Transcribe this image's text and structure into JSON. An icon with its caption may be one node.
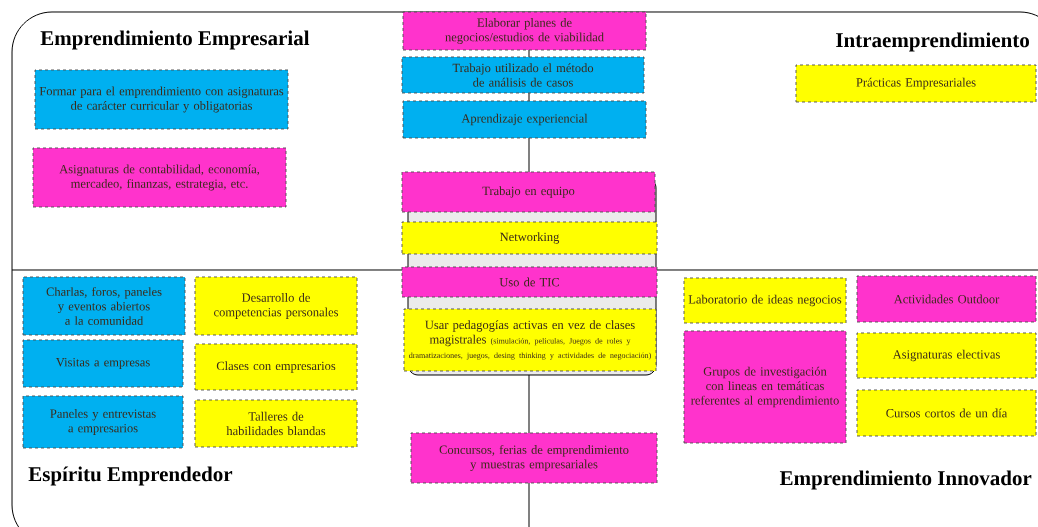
{
  "diagram": {
    "nodes": [
      {
        "text": [
          "Elaborar planes de negocios/estudios de viabilidad"
        ]
      },
      {
        "text": [
          "Trabajo utilizado el método de análisis de casos"
        ]
      },
      {
        "text": [
          "Aprendizaje experiencial"
        ]
      },
      {
        "text": [
          "Formar para el emprendimiento con asignaturas de carácter curricular y obligatorias"
        ]
      },
      {
        "text": [
          "Asignaturas de contabilidad, economía, mercadeo, finanzas, estrategia,  etc."
        ]
      },
      {
        "text": [
          "Prácticas Empresariales"
        ]
      },
      {
        "text": [
          "Trabajo en equipo"
        ]
      },
      {
        "text": [
          "Networking"
        ]
      },
      {
        "text": [
          "Uso de TIC"
        ]
      },
      {
        "text": [
          "Usar pedagogías activas en vez de clases magistrales",
          "(simulación, peliculas, Juegos de roles y dramatizaciones, juegos, desing thinking y actividades de negociación)"
        ]
      },
      {
        "text": [
          "Charlas, foros, paneles y eventos abiertos a la comunidad"
        ]
      },
      {
        "text": [
          "Desarrollo de competencias personales"
        ]
      },
      {
        "text": [
          "Visitas a empresas"
        ]
      },
      {
        "text": [
          "Clases con empresarios"
        ]
      },
      {
        "text": [
          "Paneles y entrevistas  a empresarios"
        ]
      },
      {
        "text": [
          "Talleres de habilidades blandas"
        ]
      },
      {
        "text": [
          "Concursos, ferias de emprendimiento y muestras empresariales"
        ]
      },
      {
        "text": [
          "Laboratorio de ideas negocios"
        ]
      },
      {
        "text": [
          "Actividades Outdoor"
        ]
      },
      {
        "text": [
          "Grupos de investigación con lineas en temáticas referentes al emprendimiento"
        ]
      },
      {
        "text": [
          "Asignaturas electivas"
        ]
      },
      {
        "text": [
          "Cursos cortos de un día"
        ]
      }
    ],
    "labels": [
      "Emprendimiento Empresarial",
      "Intraemprendimiento",
      "Espíritu Emprendedor",
      "Emprendimiento Innovador"
    ]
  }
}
